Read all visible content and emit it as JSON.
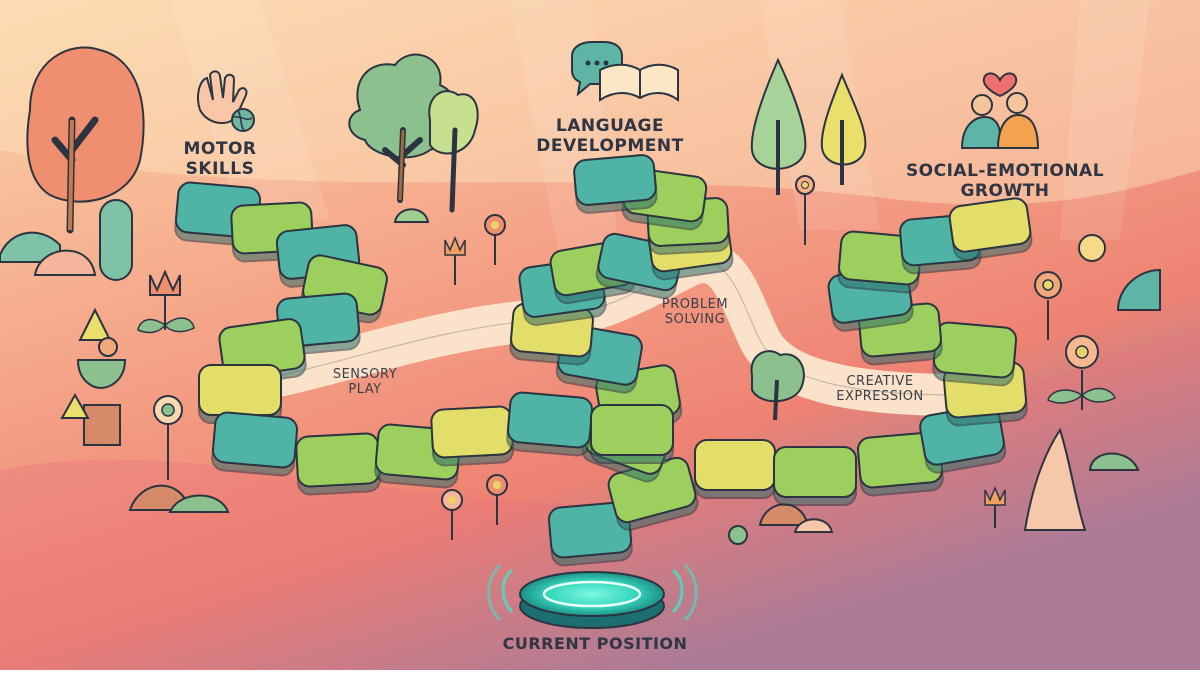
{
  "labels": {
    "motor_skills": "MOTOR\nSKILLS",
    "language_development": "LANGUAGE\nDEVELOPMENT",
    "social_emotional_growth": "SOCIAL-EMOTIONAL\nGROWTH",
    "sensory_play": "SENSORY\nPLAY",
    "problem_solving": "PROBLEM\nSOLVING",
    "creative_expression": "CREATIVE\nEXPRESSION",
    "current_position": "CURRENT POSITION"
  },
  "colors": {
    "teal": "#4fb3a6",
    "green": "#9ccf5e",
    "yellow": "#e3de6a",
    "outline": "#2b3440",
    "glow": "#3ee6c8",
    "sky_top": "#f9d3a6",
    "sky_bottom": "#8c7fa6"
  },
  "icons": [
    "hand-icon",
    "ball-icon",
    "speech-bubble-icon",
    "book-icon",
    "heart-icon",
    "hugging-people-icon"
  ]
}
